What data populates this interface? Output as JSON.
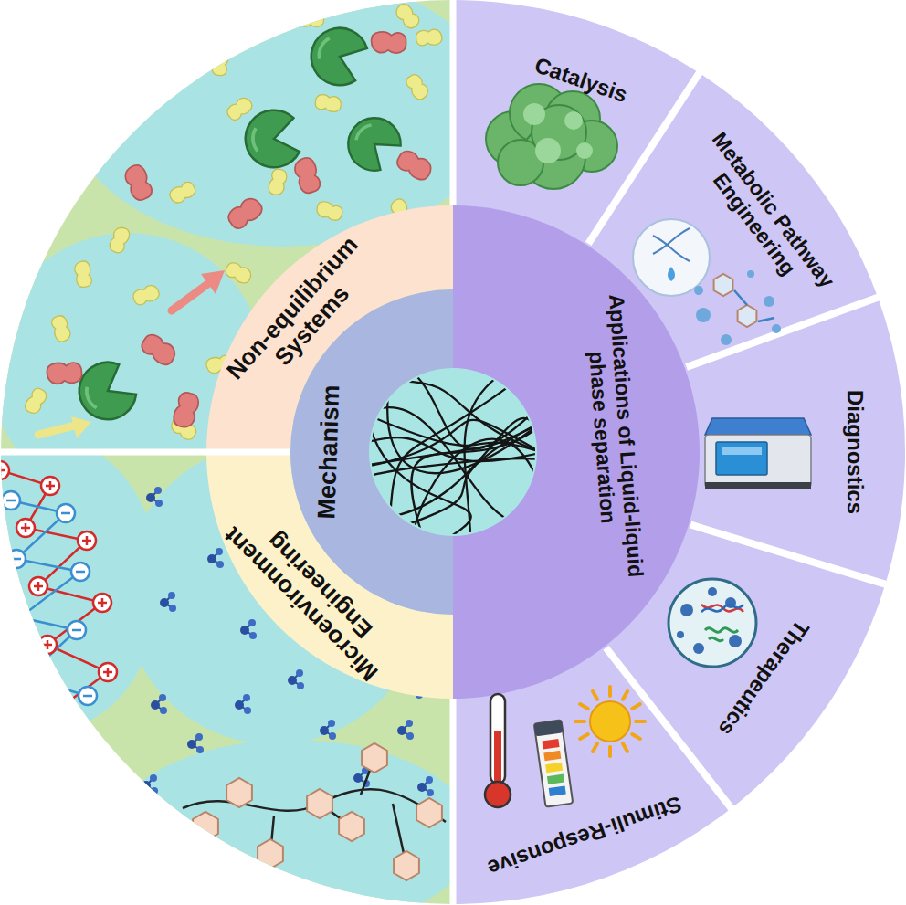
{
  "diagram": {
    "nodes": [
      {
        "text": [
          "Mechanism"
        ]
      },
      {
        "text": [
          "Non-equilibrium Systems"
        ]
      },
      {
        "text": [
          "Microenvironment Engineering"
        ]
      },
      {
        "text": [
          "Applications of Liquid-liquid phase separation"
        ]
      },
      {
        "text": [
          "Catalysis"
        ]
      },
      {
        "text": [
          "Metabolic Pathway Engineering"
        ]
      },
      {
        "text": [
          "Diagnostics"
        ]
      },
      {
        "text": [
          "Therapeutics"
        ]
      },
      {
        "text": [
          "Stimuli-Responsive"
        ]
      }
    ]
  }
}
